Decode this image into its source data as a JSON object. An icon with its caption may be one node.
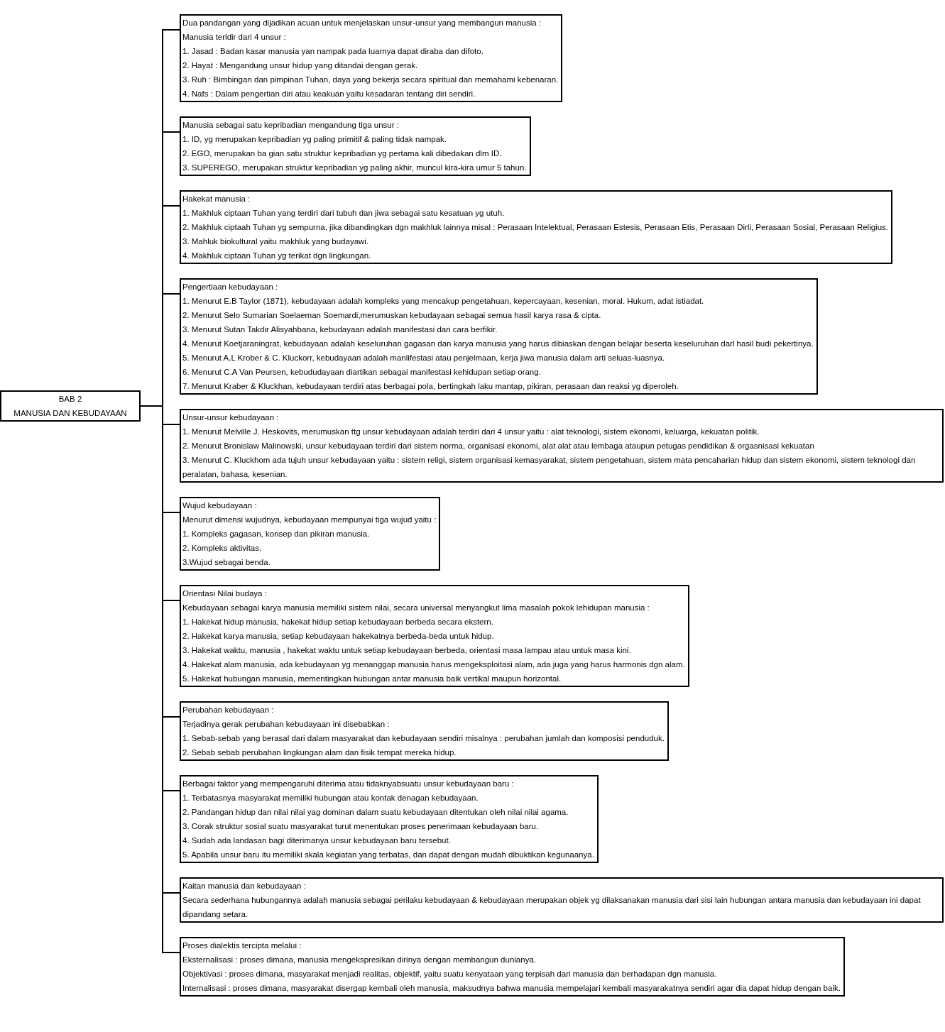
{
  "diagram": {
    "nodes": [
      {
        "text": [
          "BAB 2",
          "MANUSIA DAN KEBUDAYAAN"
        ]
      },
      {
        "text": [
          "Dua pandangan yang dijadikan acuan untuk menjelaskan unsur-unsur yang membangun manusia :",
          "Manusia terldir dari 4 unsur :",
          "1. Jasad : Badan kasar manusia yan nampak pada luarnya dapat diraba dan difoto.",
          "2. Hayat : Mengandung unsur hidup yang ditandai dengan gerak.",
          "3. Ruh : Bimbingan dan pimpinan Tuhan, daya yang bekerja secara spiritual dan memahami kebenaran.",
          "4. Nafs : Dalam pengertian diri atau keakuan yaitu kesadaran tentang diri sendiri."
        ]
      },
      {
        "text": [
          "Manusia sebagai satu kepribadian mengandung tiga unsur :",
          "1. ID, yg merupakan kepribadian yg paling primitif & paling tidak nampak.",
          "2. EGO, merupakan ba gian satu struktur kepribadian yg pertama kali dibedakan dlm ID.",
          "3. SUPEREGO, merupakan struktur kepribadian yg paling akhir, muncul kira-kira umur 5 tahun."
        ]
      },
      {
        "text": [
          "Hakekat manusia :",
          "1. Makhluk ciptaan Tuhan yang terdiri dari tubuh dan jiwa sebagai satu kesatuan yg utuh.",
          "2. Makhluk ciptaah Tuhan yg sempurna, jika dibandingkan dgn makhluk lainnya misal : Perasaan Intelektual, Perasaan Estesis, Perasaan Etis, Perasaan Dirli, Perasaan Sosial, Perasaan Religius.",
          "3. Mahluk biokultural yaitu makhluk yang budayawi.",
          "4. Makhluk ciptaan Tuhan yg terikat dgn lingkungan."
        ]
      },
      {
        "text": [
          "Pengertiaan kebudayaan :",
          "1. Menurut E.B Taylor (1871), kebudayaan adalah kompleks yang mencakup pengetahuan, kepercayaan, kesenian, moral. Hukum, adat istiadat.",
          "2. Menurut Selo Sumarian Soelaeman Soemardi,merumuskan kebudayaan sebagai semua hasil karya rasa & cipta.",
          "3. Menurut Sutan Takdir Alisyahbana, kebudayaan adalah manifestasi dari cara berfikir.",
          "4. Menurut Koetjaraningrat, kebudayaan adalah keseluruhan gagasan dan karya manusia yang harus dibiaskan dengan belajar beserta keseluruhan darl hasil budi pekertinya.",
          "5. Menurut A.L Krober & C. Kluckorr, kebudayaan adalah manlifestasi atau penjelmaan, kerja jiwa manusia dalam arti seluas-luasnya.",
          "6. Menurut C.A Van Peursen, kebududayaan diartikan sebagai manifestasi kehidupan setiap orang.",
          "7. Menurut Kraber & Kluckhan, kebudayaan terdiri atas berbagai pola, bertingkah laku mantap, pikiran, perasaan dan reaksi yg diperoleh."
        ]
      },
      {
        "text": [
          "Unsur-unsur kebudayaan :",
          "1. Menurut Melville J. Heskovits, merumuskan ttg unsur kebudayaan adalah terdiri dari 4 unsur yaitu : alat teknologi, sistem ekonomi, keluarga, kekuatan politik.",
          "2. Menurut Bronislaw Malinowski, unsur kebudayaan terdiri dari sistem norma, organisasi ekonomi, alat alat atau lembaga ataupun petugas pendidikan & orgasnisasi kekuatan",
          "3. Menurut C. Kluckhom ada tujuh unsur kebudayaan yaitu : sistem religi, sistem organisasi kemasyarakat, sistem pengetahuan, sistem mata pencaharian hidup dan sistem ekonomi, sistem teknologi dan peralatan, bahasa, kesenian."
        ]
      },
      {
        "text": [
          "Wujud kebudayaan :",
          "Menurut dimensi wujudnya, kebudayaan mempunyai tiga wujud yaitu :",
          "1. Kompleks gagasan, konsep dan pikiran manusia.",
          "2. Kompleks aktivitas.",
          "3.Wujud sebagai benda."
        ]
      },
      {
        "text": [
          "Orientasi Nilai budaya :",
          "Kebudayaan sebagai karya manusia memiliki sistem nilai, secara universal menyangkut lima masalah pokok lehidupan manusia :",
          "1. Hakekat hidup manusia, hakekat hidup setiap kebudayaan berbeda secara ekstern.",
          "2. Hakekat karya manusia, setiap kebudayaan hakekatnya berbeda-beda untuk hidup.",
          "3. Hakekat waktu, manusia , hakekat waktu untuk setiap kebudayaan berbeda, orientasi masa lampau atau untuk masa kini.",
          "4. Hakekat alam manusia, ada kebudayaan yg menanggap manusia harus mengeksploitasi alam, ada juga yang harus harmonis dgn alam.",
          "5. Hakekat hubungan manusia, mementingkan hubungan antar manusia baik vertikal maupun horizontal."
        ]
      },
      {
        "text": [
          "Perubahan kebudayaan :",
          "Terjadinya gerak perubahan kebudayaan ini disebabkan :",
          "1. Sebab-sebab yang berasal dari dalam masyarakat dan kebudayaan sendiri misalnya : perubahan jumlah dan komposisi penduduk.",
          "2. Sebab sebab perubahan lingkungan alam dan fisik tempat mereka hidup."
        ]
      },
      {
        "text": [
          "Berbagai faktor yang mempengaruhi diterima atau tidaknyabsuatu unsur kebudayaan baru :",
          "1. Terbatasnya masyarakat memiliki hubungan atau kontak denagan kebudayaan.",
          "2. Pandangan hidup dan nilai nilai yag dominan dalam suatu kebudayaan ditentukan oleh nilai nilai agama.",
          "3. Corak struktur sosial suatu masyarakat turut menentukan proses penerimaan kebudayaan baru.",
          "4. Sudah ada landasan bagi diterimanya unsur kebudayaan baru tersebut.",
          "5. Apabila unsur baru itu memiliki skala kegiatan yang terbatas, dan dapat dengan mudah dibuktikan kegunaanya."
        ]
      },
      {
        "text": [
          "Kaitan manusia dan kebudayaan :",
          "Secara sederhana hubungannya adalah manusia sebagai perilaku kebudayaan & kebudayaan merupakan objek yg dilaksanakan manusia dari sisi lain hubungan antara manusia dan kebudayaan ini dapat dipandang setara."
        ]
      },
      {
        "text": [
          "Proses dialektis tercipta melalui :",
          "Eksternalisasi : proses dimana, manusia mengekspresikan dirinya dengan membangun dunianya.",
          "Objektivasi : proses dimana, masyarakat menjadi realitas, objektif, yaitu suatu kenyataan yang terpisah dari manusia dan berhadapan dgn manusia.",
          "Internalisasi : proses dimana, masyarakat disergap kembali oleh manusia, maksudnya bahwa manusia mempelajari kembali masyarakatnya sendiri agar dia dapat hidup dengan baik."
        ]
      }
    ],
    "edges": [
      {
        "from": 0,
        "to": 1,
        "arrow": "none"
      },
      {
        "from": 0,
        "to": 2,
        "arrow": "none"
      },
      {
        "from": 0,
        "to": 3,
        "arrow": "none"
      },
      {
        "from": 0,
        "to": 4,
        "arrow": "none"
      },
      {
        "from": 0,
        "to": 5,
        "arrow": "none"
      },
      {
        "from": 0,
        "to": 6,
        "arrow": "none"
      },
      {
        "from": 0,
        "to": 7,
        "arrow": "none"
      },
      {
        "from": 0,
        "to": 8,
        "arrow": "none"
      },
      {
        "from": 0,
        "to": 9,
        "arrow": "none"
      },
      {
        "from": 0,
        "to": 10,
        "arrow": "none"
      },
      {
        "from": 0,
        "to": 11,
        "arrow": "none"
      }
    ]
  }
}
